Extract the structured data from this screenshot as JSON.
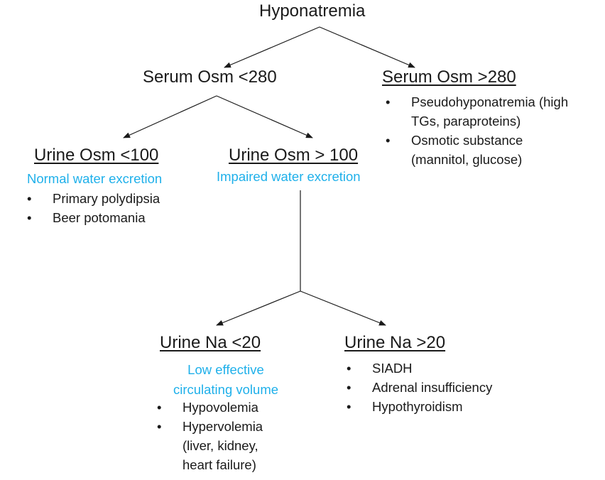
{
  "root": {
    "title": "Hyponatremia"
  },
  "low_osm": {
    "heading": "Serum Osm <280",
    "urine_low": {
      "heading": "Urine Osm <100",
      "note": "Normal water excretion",
      "items": [
        "Primary polydipsia",
        "Beer potomania"
      ]
    },
    "urine_high": {
      "heading": "Urine Osm > 100",
      "note": "Impaired water excretion",
      "na_low": {
        "heading": "Urine Na <20",
        "note_line1": "Low effective",
        "note_line2": "circulating volume",
        "items": [
          {
            "line1": "Hypovolemia"
          },
          {
            "line1": "Hypervolemia",
            "line2": "(liver, kidney,",
            "line3": "heart failure)"
          }
        ]
      },
      "na_high": {
        "heading": "Urine Na >20",
        "items": [
          "SIADH",
          "Adrenal insufficiency",
          "Hypothyroidism"
        ]
      }
    }
  },
  "high_osm": {
    "heading": "Serum Osm >280",
    "items": [
      {
        "line1": "Pseudohyponatremia (high",
        "line2": "TGs, paraproteins)"
      },
      {
        "line1": "Osmotic substance",
        "line2": "(mannitol, glucose)"
      }
    ]
  },
  "colors": {
    "accent": "#1fb0ea",
    "text": "#1a1a1a",
    "line": "#1a1a1a"
  }
}
